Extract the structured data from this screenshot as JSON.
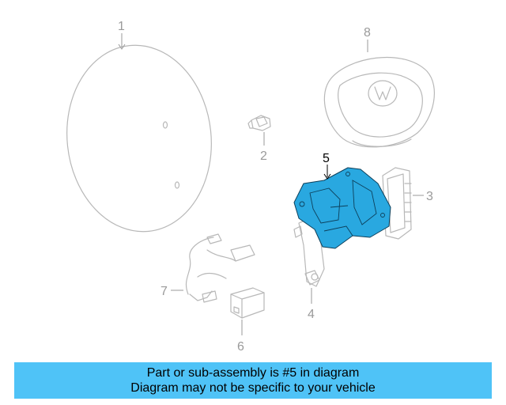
{
  "callouts": {
    "c1": "1",
    "c2": "2",
    "c3": "3",
    "c4": "4",
    "c5": "5",
    "c6": "6",
    "c7": "7",
    "c8": "8"
  },
  "caption": {
    "line1": "Part or sub-assembly is #5 in diagram",
    "line2": "Diagram may not be specific to your vehicle"
  },
  "colors": {
    "highlight": "#29a8e0",
    "caption_bg": "#4fc3f7",
    "line_art": "#b8b8b8"
  }
}
